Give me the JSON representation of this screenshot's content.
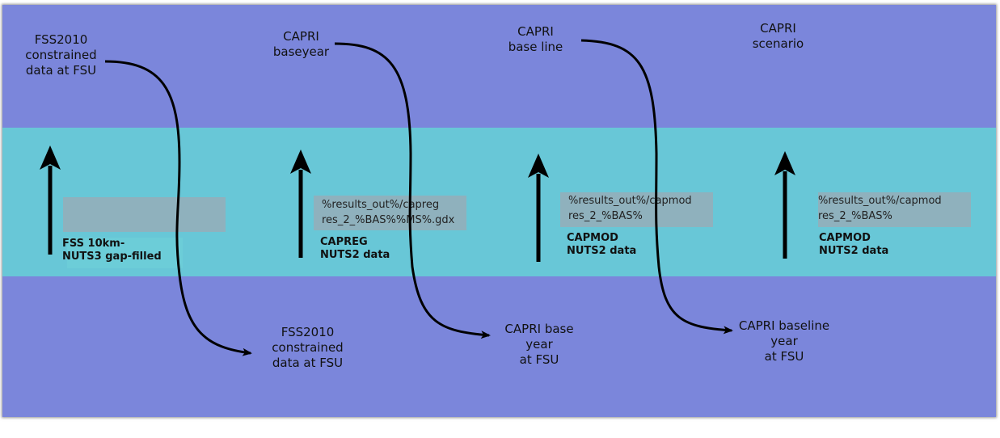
{
  "colors": {
    "outer_band": "#7b86db",
    "middle_band": "#68c7d7",
    "path_box": "#8fb1bd",
    "arrow": "#000000"
  },
  "top_labels": [
    {
      "text": "FSS2010\nconstrained\ndata at FSU"
    },
    {
      "text": "CAPRI\nbaseyear"
    },
    {
      "text": "CAPRI\nbase line"
    },
    {
      "text": "CAPRI\nscenario"
    }
  ],
  "columns": [
    {
      "path_text": "",
      "label": "FSS 10km-\nNUTS3 gap-filled"
    },
    {
      "path_text": "%results_out%/capreg\nres_2_%BAS%%MS%.gdx",
      "label": "CAPREG\nNUTS2 data"
    },
    {
      "path_text": "%results_out%/capmod\nres_2_%BAS%",
      "label": "CAPMOD\nNUTS2 data"
    },
    {
      "path_text": "%results_out%/capmod\nres_2_%BAS%",
      "label": "CAPMOD\nNUTS2 data"
    }
  ],
  "bottom_labels": [
    {
      "text": "FSS2010\nconstrained\ndata at FSU"
    },
    {
      "text": "CAPRI base\nyear\nat FSU"
    },
    {
      "text": "CAPRI baseline\nyear\nat FSU"
    }
  ]
}
